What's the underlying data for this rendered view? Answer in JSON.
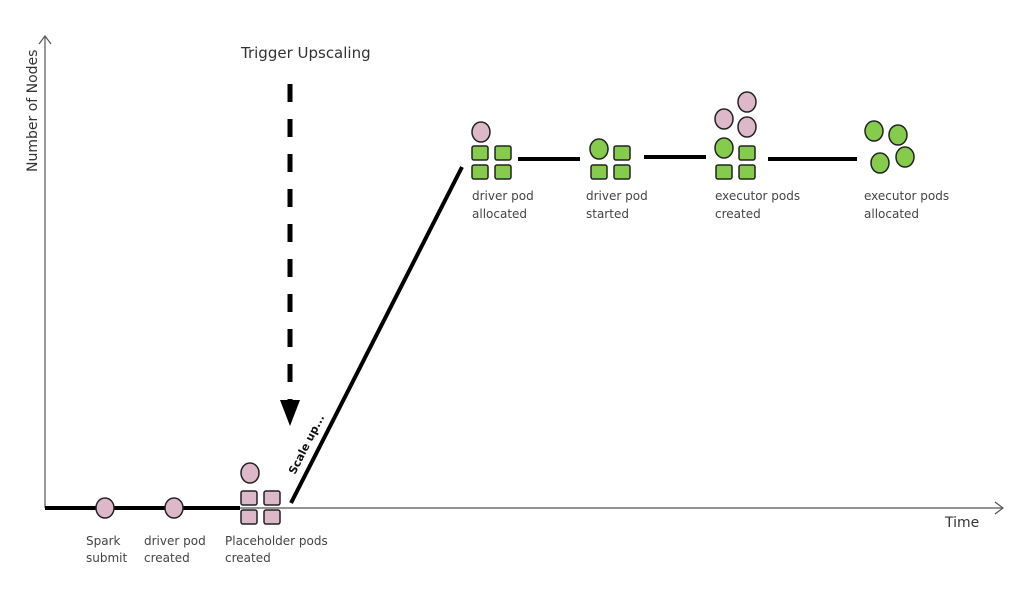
{
  "title": "Trigger Upscaling",
  "axes": {
    "y_label": "Number of Nodes",
    "x_label": "Time"
  },
  "scale_label": "Scale up...",
  "colors": {
    "pending": "#dcb8c8",
    "ready": "#86cc4c",
    "outline": "#222222",
    "line": "#000000"
  },
  "stages": [
    {
      "label_line1": "Spark",
      "label_line2": "submit"
    },
    {
      "label_line1": "driver pod",
      "label_line2": "created"
    },
    {
      "label_line1": "Placeholder pods",
      "label_line2": "created"
    },
    {
      "label_line1": "driver pod",
      "label_line2": "allocated"
    },
    {
      "label_line1": "driver pod",
      "label_line2": "started"
    },
    {
      "label_line1": "executor pods",
      "label_line2": "created"
    },
    {
      "label_line1": "executor pods",
      "label_line2": "allocated"
    }
  ]
}
